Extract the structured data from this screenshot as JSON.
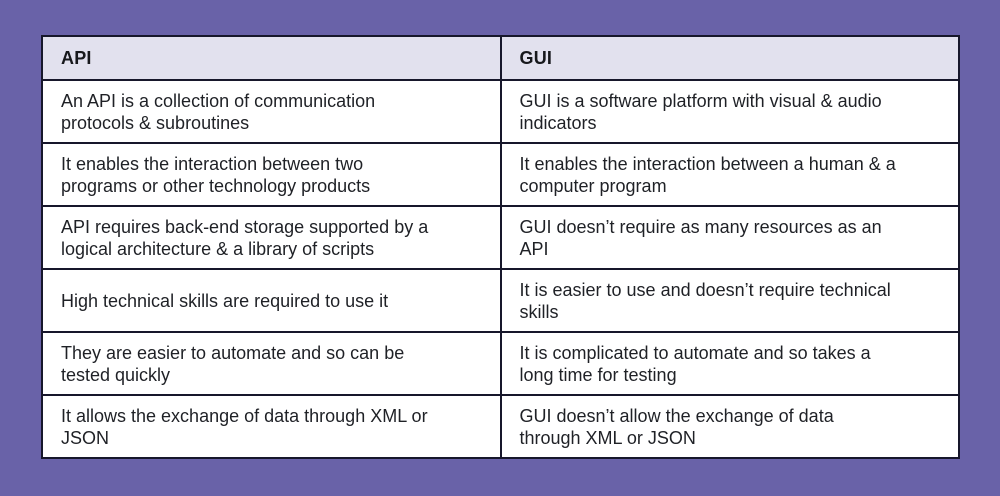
{
  "style": {
    "background": "#6962A8",
    "header_bg": "#E2E1EE",
    "cell_bg": "#FFFFFF",
    "border_color": "#17172B",
    "text_color": "#1F2126",
    "header_text": "#17181C"
  },
  "chart_data": {
    "type": "table",
    "columns": [
      "API",
      "GUI"
    ],
    "rows": [
      [
        "An API is a collection of communication\nprotocols & subroutines",
        "GUI is a software platform with visual & audio\nindicators"
      ],
      [
        "It enables the interaction between two\nprograms or other technology products",
        "It enables the interaction between a human & a\ncomputer program"
      ],
      [
        "API requires back-end storage supported by a\nlogical architecture & a library of scripts",
        "GUI doesn’t require as many resources as an\nAPI"
      ],
      [
        "High technical skills are required to use it",
        "It is easier to use and doesn’t require technical\nskills"
      ],
      [
        "They are easier to automate and so can be\ntested quickly",
        "It is complicated to automate and so takes a\nlong time for testing"
      ],
      [
        "It allows the exchange of data through XML or\nJSON",
        "GUI doesn’t allow the exchange of data\nthrough XML or JSON"
      ]
    ]
  }
}
